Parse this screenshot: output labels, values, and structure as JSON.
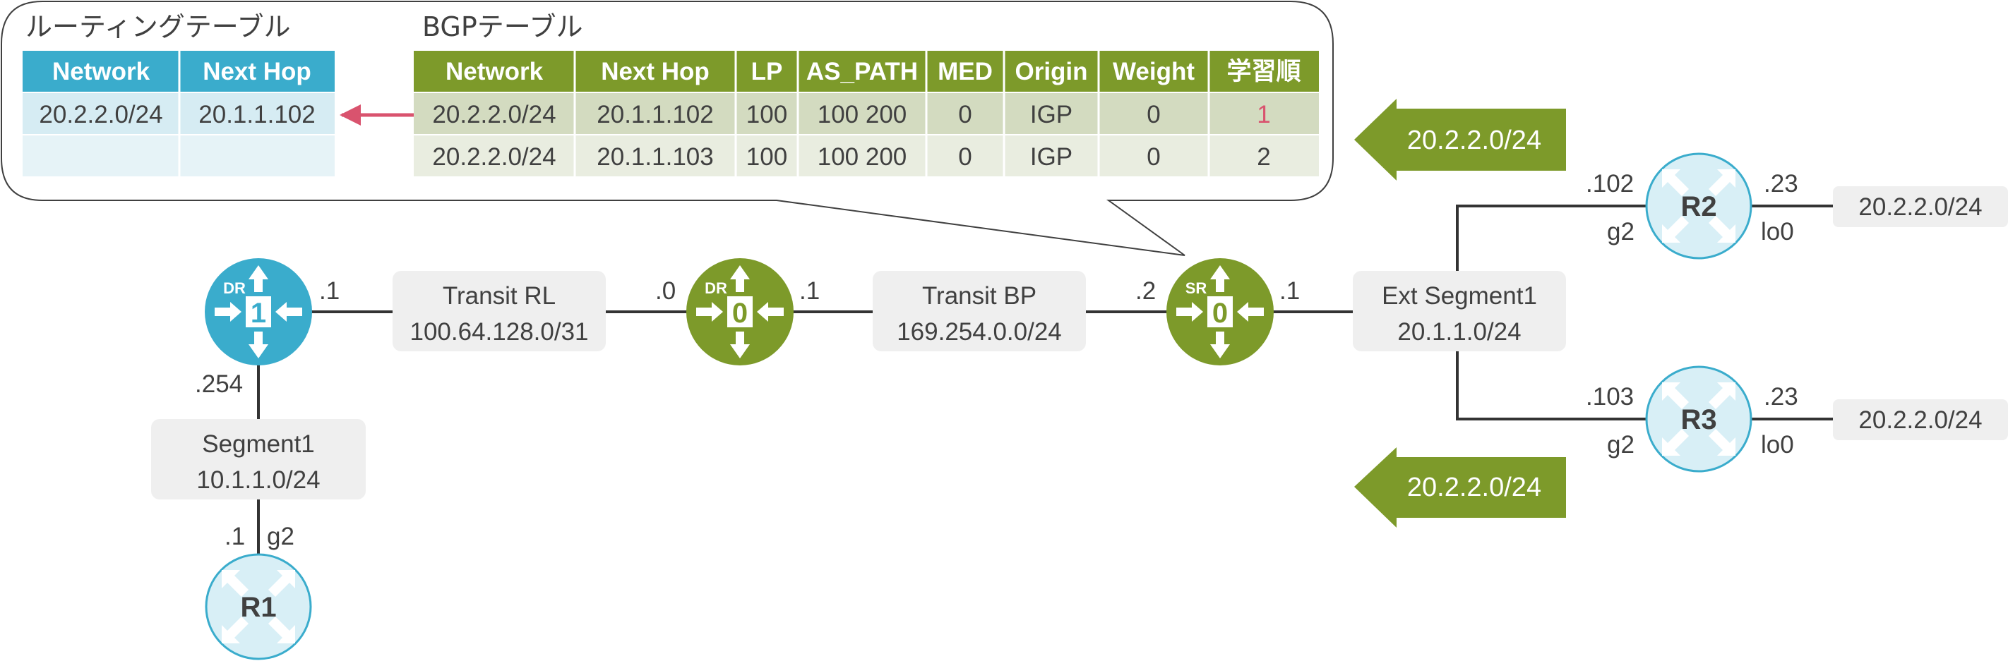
{
  "routing_table": {
    "title": "ルーティングテーブル",
    "headers": [
      "Network",
      "Next Hop"
    ],
    "rows": [
      [
        "20.2.2.0/24",
        "20.1.1.102"
      ],
      [
        "",
        ""
      ]
    ]
  },
  "bgp_table": {
    "title": "BGPテーブル",
    "headers": [
      "Network",
      "Next Hop",
      "LP",
      "AS_PATH",
      "MED",
      "Origin",
      "Weight",
      "学習順"
    ],
    "rows": [
      [
        "20.2.2.0/24",
        "20.1.1.102",
        "100",
        "100 200",
        "0",
        "IGP",
        "0",
        "1"
      ],
      [
        "20.2.2.0/24",
        "20.1.1.103",
        "100",
        "100 200",
        "0",
        "IGP",
        "0",
        "2"
      ]
    ]
  },
  "advertisements": [
    "20.2.2.0/24",
    "20.2.2.0/24"
  ],
  "segments": {
    "transit_rl": {
      "name": "Transit RL",
      "subnet": "100.64.128.0/31"
    },
    "transit_bp": {
      "name": "Transit BP",
      "subnet": "169.254.0.0/24"
    },
    "ext_segment1": {
      "name": "Ext Segment1",
      "subnet": "20.1.1.0/24"
    },
    "segment1": {
      "name": "Segment1",
      "subnet": "10.1.1.0/24"
    }
  },
  "routers": {
    "t1_dr": {
      "badge": "DR",
      "label": "1"
    },
    "t0_dr": {
      "badge": "DR",
      "label": "0"
    },
    "t0_sr": {
      "badge": "SR",
      "label": "0"
    },
    "r1": {
      "label": "R1"
    },
    "r2": {
      "label": "R2"
    },
    "r3": {
      "label": "R3"
    }
  },
  "interfaces": {
    "t1_up": ".1",
    "t1_down": ".254",
    "t0dr_left": ".0",
    "t0dr_right": ".1",
    "t0sr_left": ".2",
    "t0sr_right": ".1",
    "r2_g_ip": ".102",
    "r2_g_name": "g2",
    "r2_lo_ip": ".23",
    "r2_lo_name": "lo0",
    "r3_g_ip": ".103",
    "r3_g_name": "g2",
    "r3_lo_ip": ".23",
    "r3_lo_name": "lo0",
    "r1_ip": ".1",
    "r1_name": "g2"
  },
  "loopbacks": {
    "r2": "20.2.2.0/24",
    "r3": "20.2.2.0/24"
  },
  "colors": {
    "t1_blue": "#3aaccc",
    "t0_green": "#7d9a2a",
    "cloud_router": "#d8eff6",
    "cloud_border": "#3aaccc",
    "segment_box": "#efefef",
    "highlight_red": "#d9536e",
    "line": "#333333"
  }
}
